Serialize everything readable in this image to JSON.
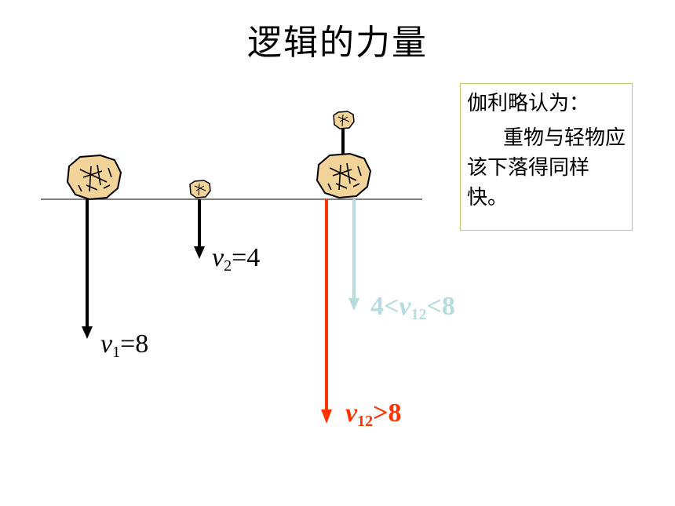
{
  "title": "逻辑的力量",
  "note": {
    "line1": "伽利略认为：",
    "line2": "重物与轻物应该下落得同样快。"
  },
  "labels": {
    "v1": {
      "var": "v",
      "sub": "1",
      "rest": "=8"
    },
    "v2": {
      "var": "v",
      "sub": "2",
      "rest": "=4"
    },
    "v12_range": {
      "prefix": "4<",
      "var": "v",
      "sub": "12",
      "rest": "<8"
    },
    "v12_gt": {
      "var": "v",
      "sub": "12",
      "rest": ">8"
    }
  },
  "colors": {
    "black_arrow": "#000000",
    "red_arrow": "#ff3300",
    "light_blue_arrow": "#b7dce0",
    "note_border": "#b7cf6e",
    "stone": "#f2d39a"
  },
  "icons": [
    "heavy-stone-icon",
    "light-stone-icon",
    "combined-stones-icon"
  ]
}
